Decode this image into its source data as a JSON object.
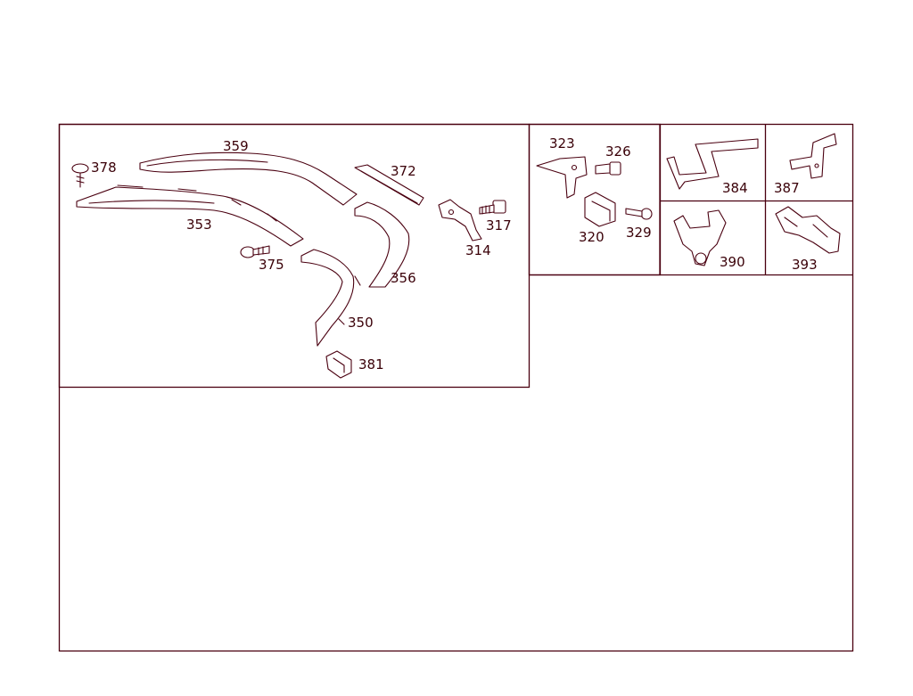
{
  "diagram": {
    "colors": {
      "line": "#4a0010",
      "text": "#3a0008",
      "background": "#ffffff"
    },
    "callouts": {
      "p359": "359",
      "p378": "378",
      "p372": "372",
      "p353": "353",
      "p317": "317",
      "p314": "314",
      "p375": "375",
      "p356": "356",
      "p350": "350",
      "p381": "381",
      "p323": "323",
      "p326": "326",
      "p320": "320",
      "p329": "329",
      "p384": "384",
      "p387": "387",
      "p390": "390",
      "p393": "393"
    }
  }
}
